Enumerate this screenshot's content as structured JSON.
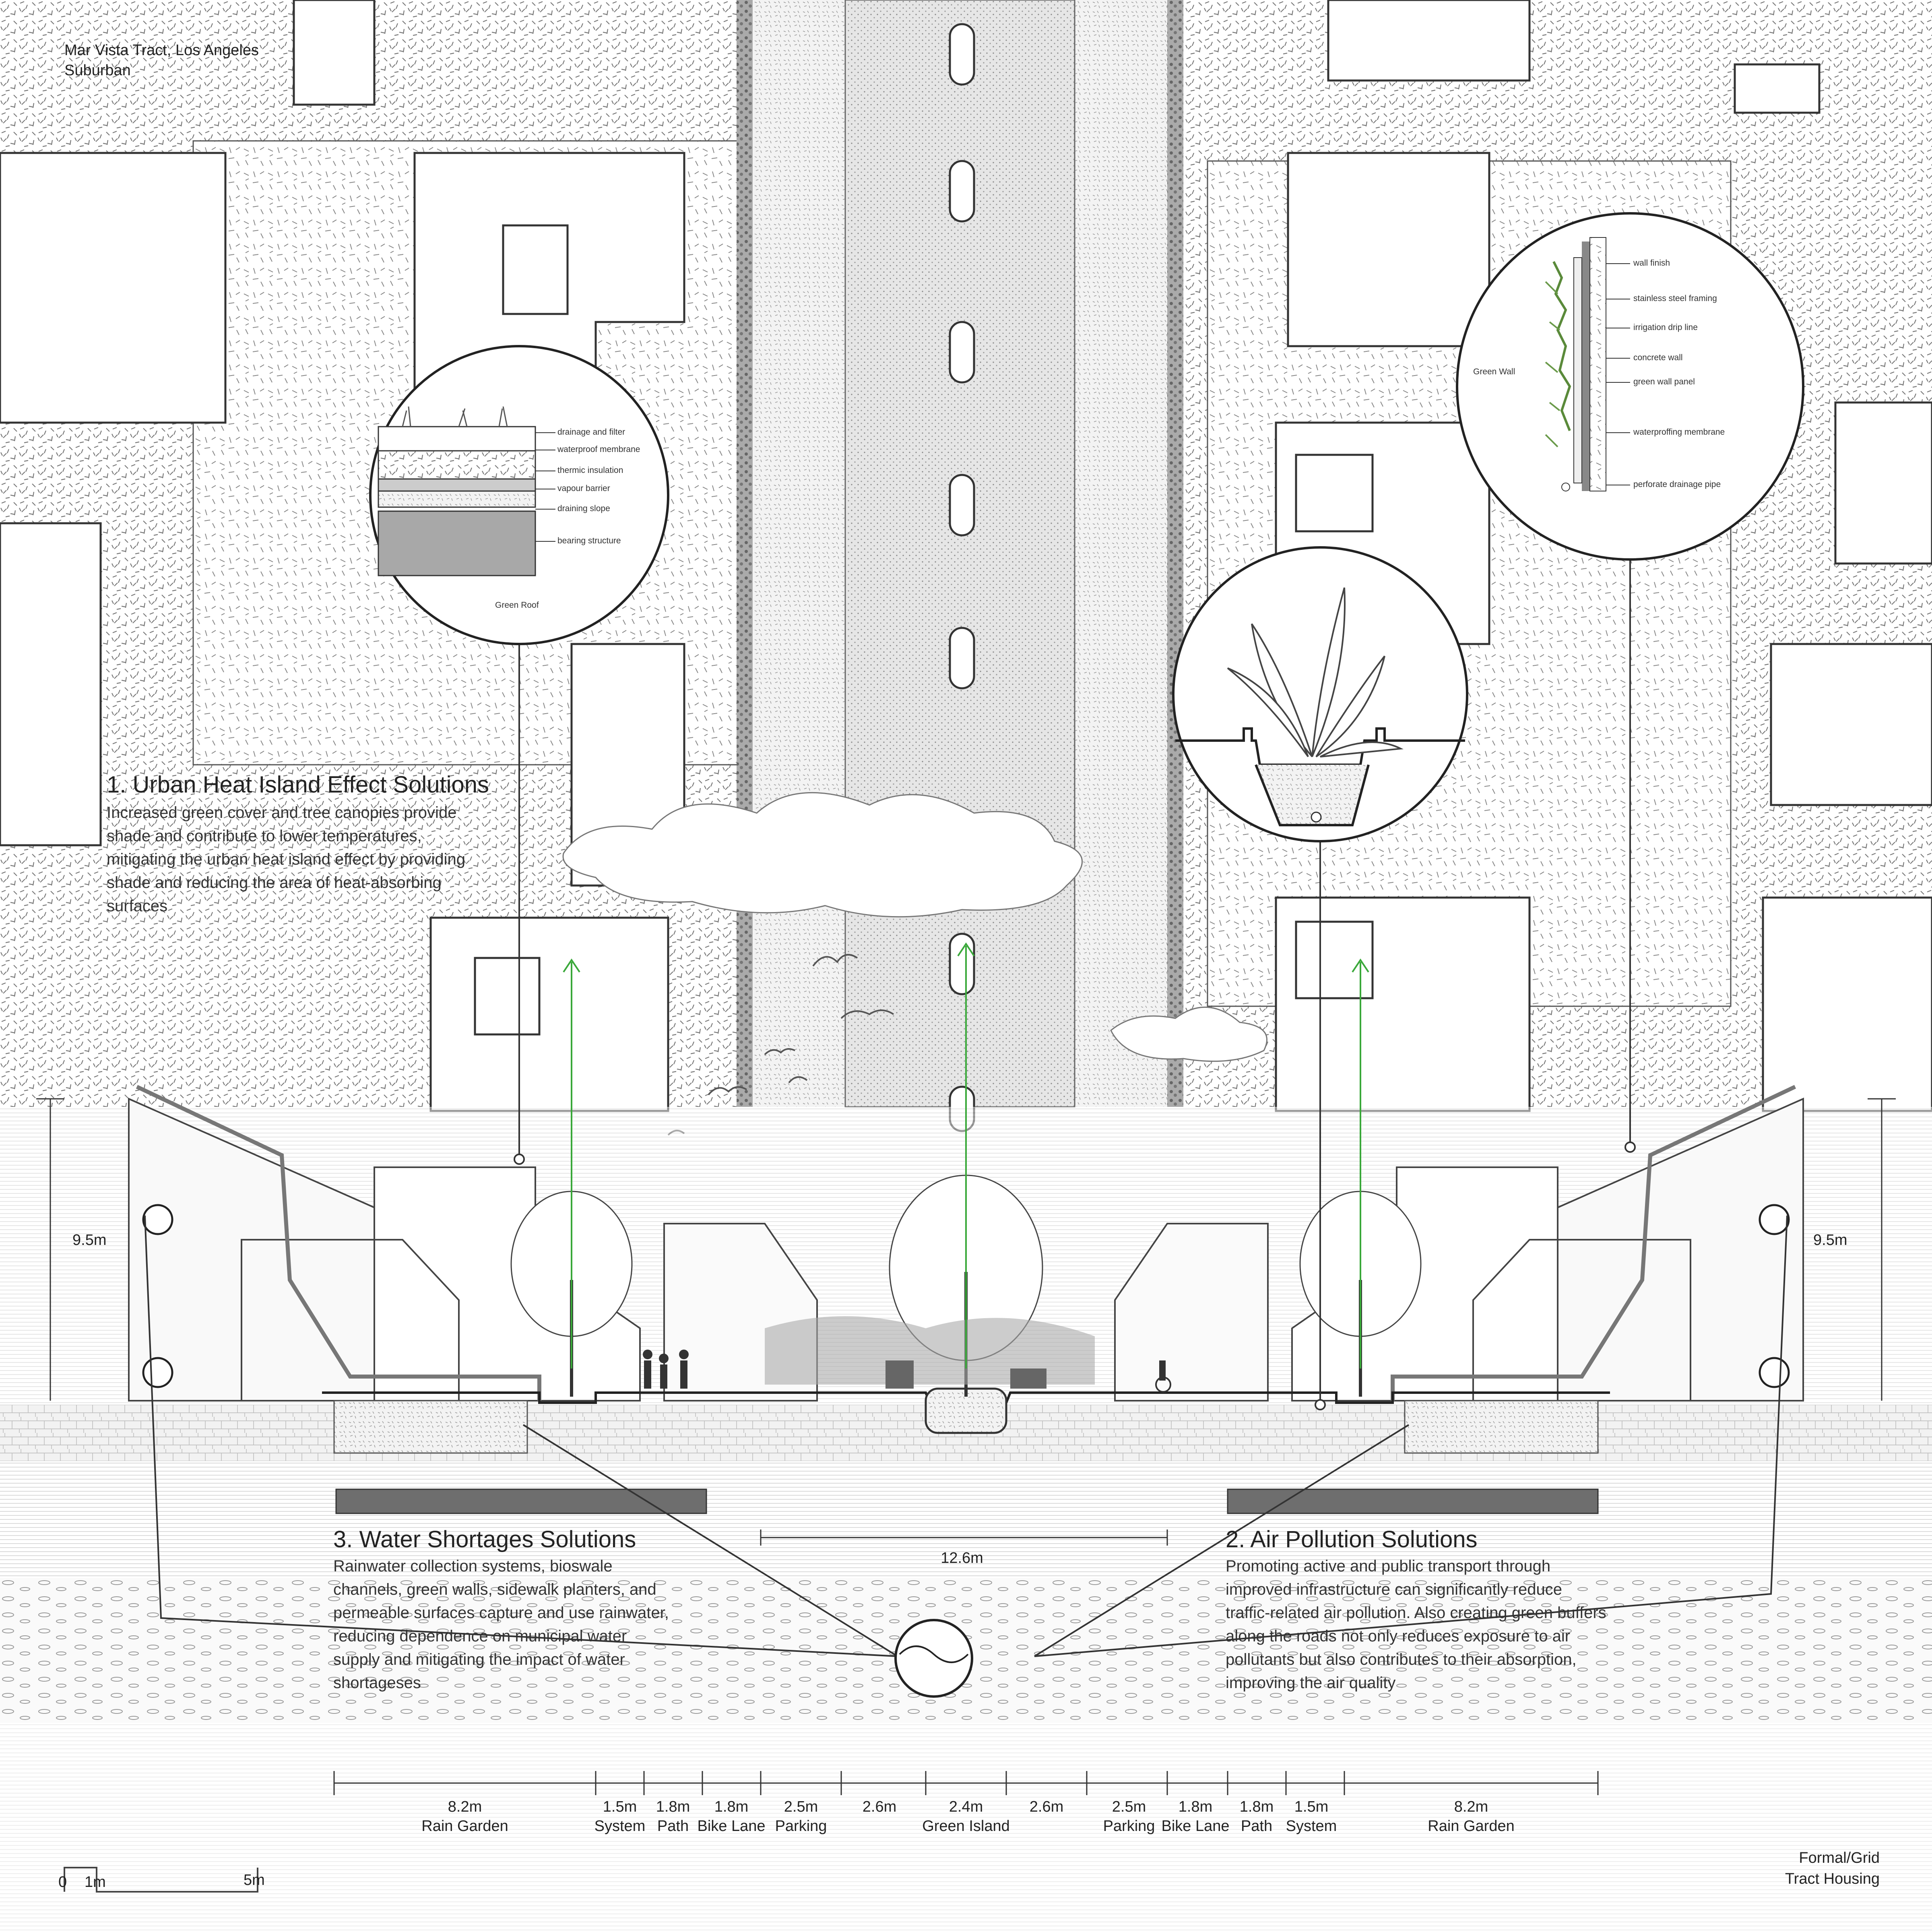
{
  "header": {
    "line1": "Mar Vista Tract, Los Angeles",
    "line2": "Suburban"
  },
  "solutions": {
    "heat": {
      "title": "1. Urban Heat Island Effect Solutions",
      "body": "Increased green cover and tree canopies provide shade and contribute to lower temperatures, mitigating the urban heat island effect by providing shade and reducing the area of heat-absorbing surfaces"
    },
    "air": {
      "title": "2. Air Pollution Solutions",
      "body": "Promoting active and public transport through improved infrastructure can significantly reduce traffic-related air pollution. Also creating green buffers along the roads not only reduces exposure to air pollutants but also contributes to their absorption, improving the air quality"
    },
    "water": {
      "title": "3. Water Shortages Solutions",
      "body": "Rainwater collection systems, bioswale channels, green walls, sidewalk planters, and permeable surfaces capture and use rainwater, reducing dependence on municipal water supply and mitigating the impact of water shortageses"
    }
  },
  "green_roof": {
    "caption": "Green Roof",
    "layers": [
      "drainage and filter",
      "waterproof membrane",
      "thermic insulation",
      "vapour barrier",
      "draining slope",
      "bearing structure"
    ]
  },
  "green_wall": {
    "caption": "Green Wall",
    "layers": [
      "wall finish",
      "stainless steel framing",
      "irrigation drip line",
      "concrete wall",
      "green wall panel",
      "waterproffing membrane",
      "perforate drainage pipe"
    ]
  },
  "dimensions": {
    "height_left": "9.5m",
    "height_right": "9.5m",
    "road_width": "12.6m"
  },
  "segments": [
    {
      "width": "8.2m",
      "name": "Rain Garden"
    },
    {
      "width": "1.5m",
      "name": "System"
    },
    {
      "width": "1.8m",
      "name": "Path"
    },
    {
      "width": "1.8m",
      "name": "Bike Lane"
    },
    {
      "width": "2.5m",
      "name": "Parking"
    },
    {
      "width": "2.6m",
      "name": ""
    },
    {
      "width": "2.4m",
      "name": "Green Island"
    },
    {
      "width": "2.6m",
      "name": ""
    },
    {
      "width": "2.5m",
      "name": "Parking"
    },
    {
      "width": "1.8m",
      "name": "Bike Lane"
    },
    {
      "width": "1.8m",
      "name": "Path"
    },
    {
      "width": "1.5m",
      "name": "System"
    },
    {
      "width": "8.2m",
      "name": "Rain Garden"
    }
  ],
  "scale_bar": {
    "zero": "0",
    "one": "1m",
    "five": "5m"
  },
  "typology": {
    "line1": "Formal/Grid",
    "line2": "Tract Housing"
  },
  "colors": {
    "ink": "#222222",
    "green_arrow": "#3aa83a",
    "dark_band": "#6e6e6e",
    "road_fill": "#dcdcdc"
  }
}
